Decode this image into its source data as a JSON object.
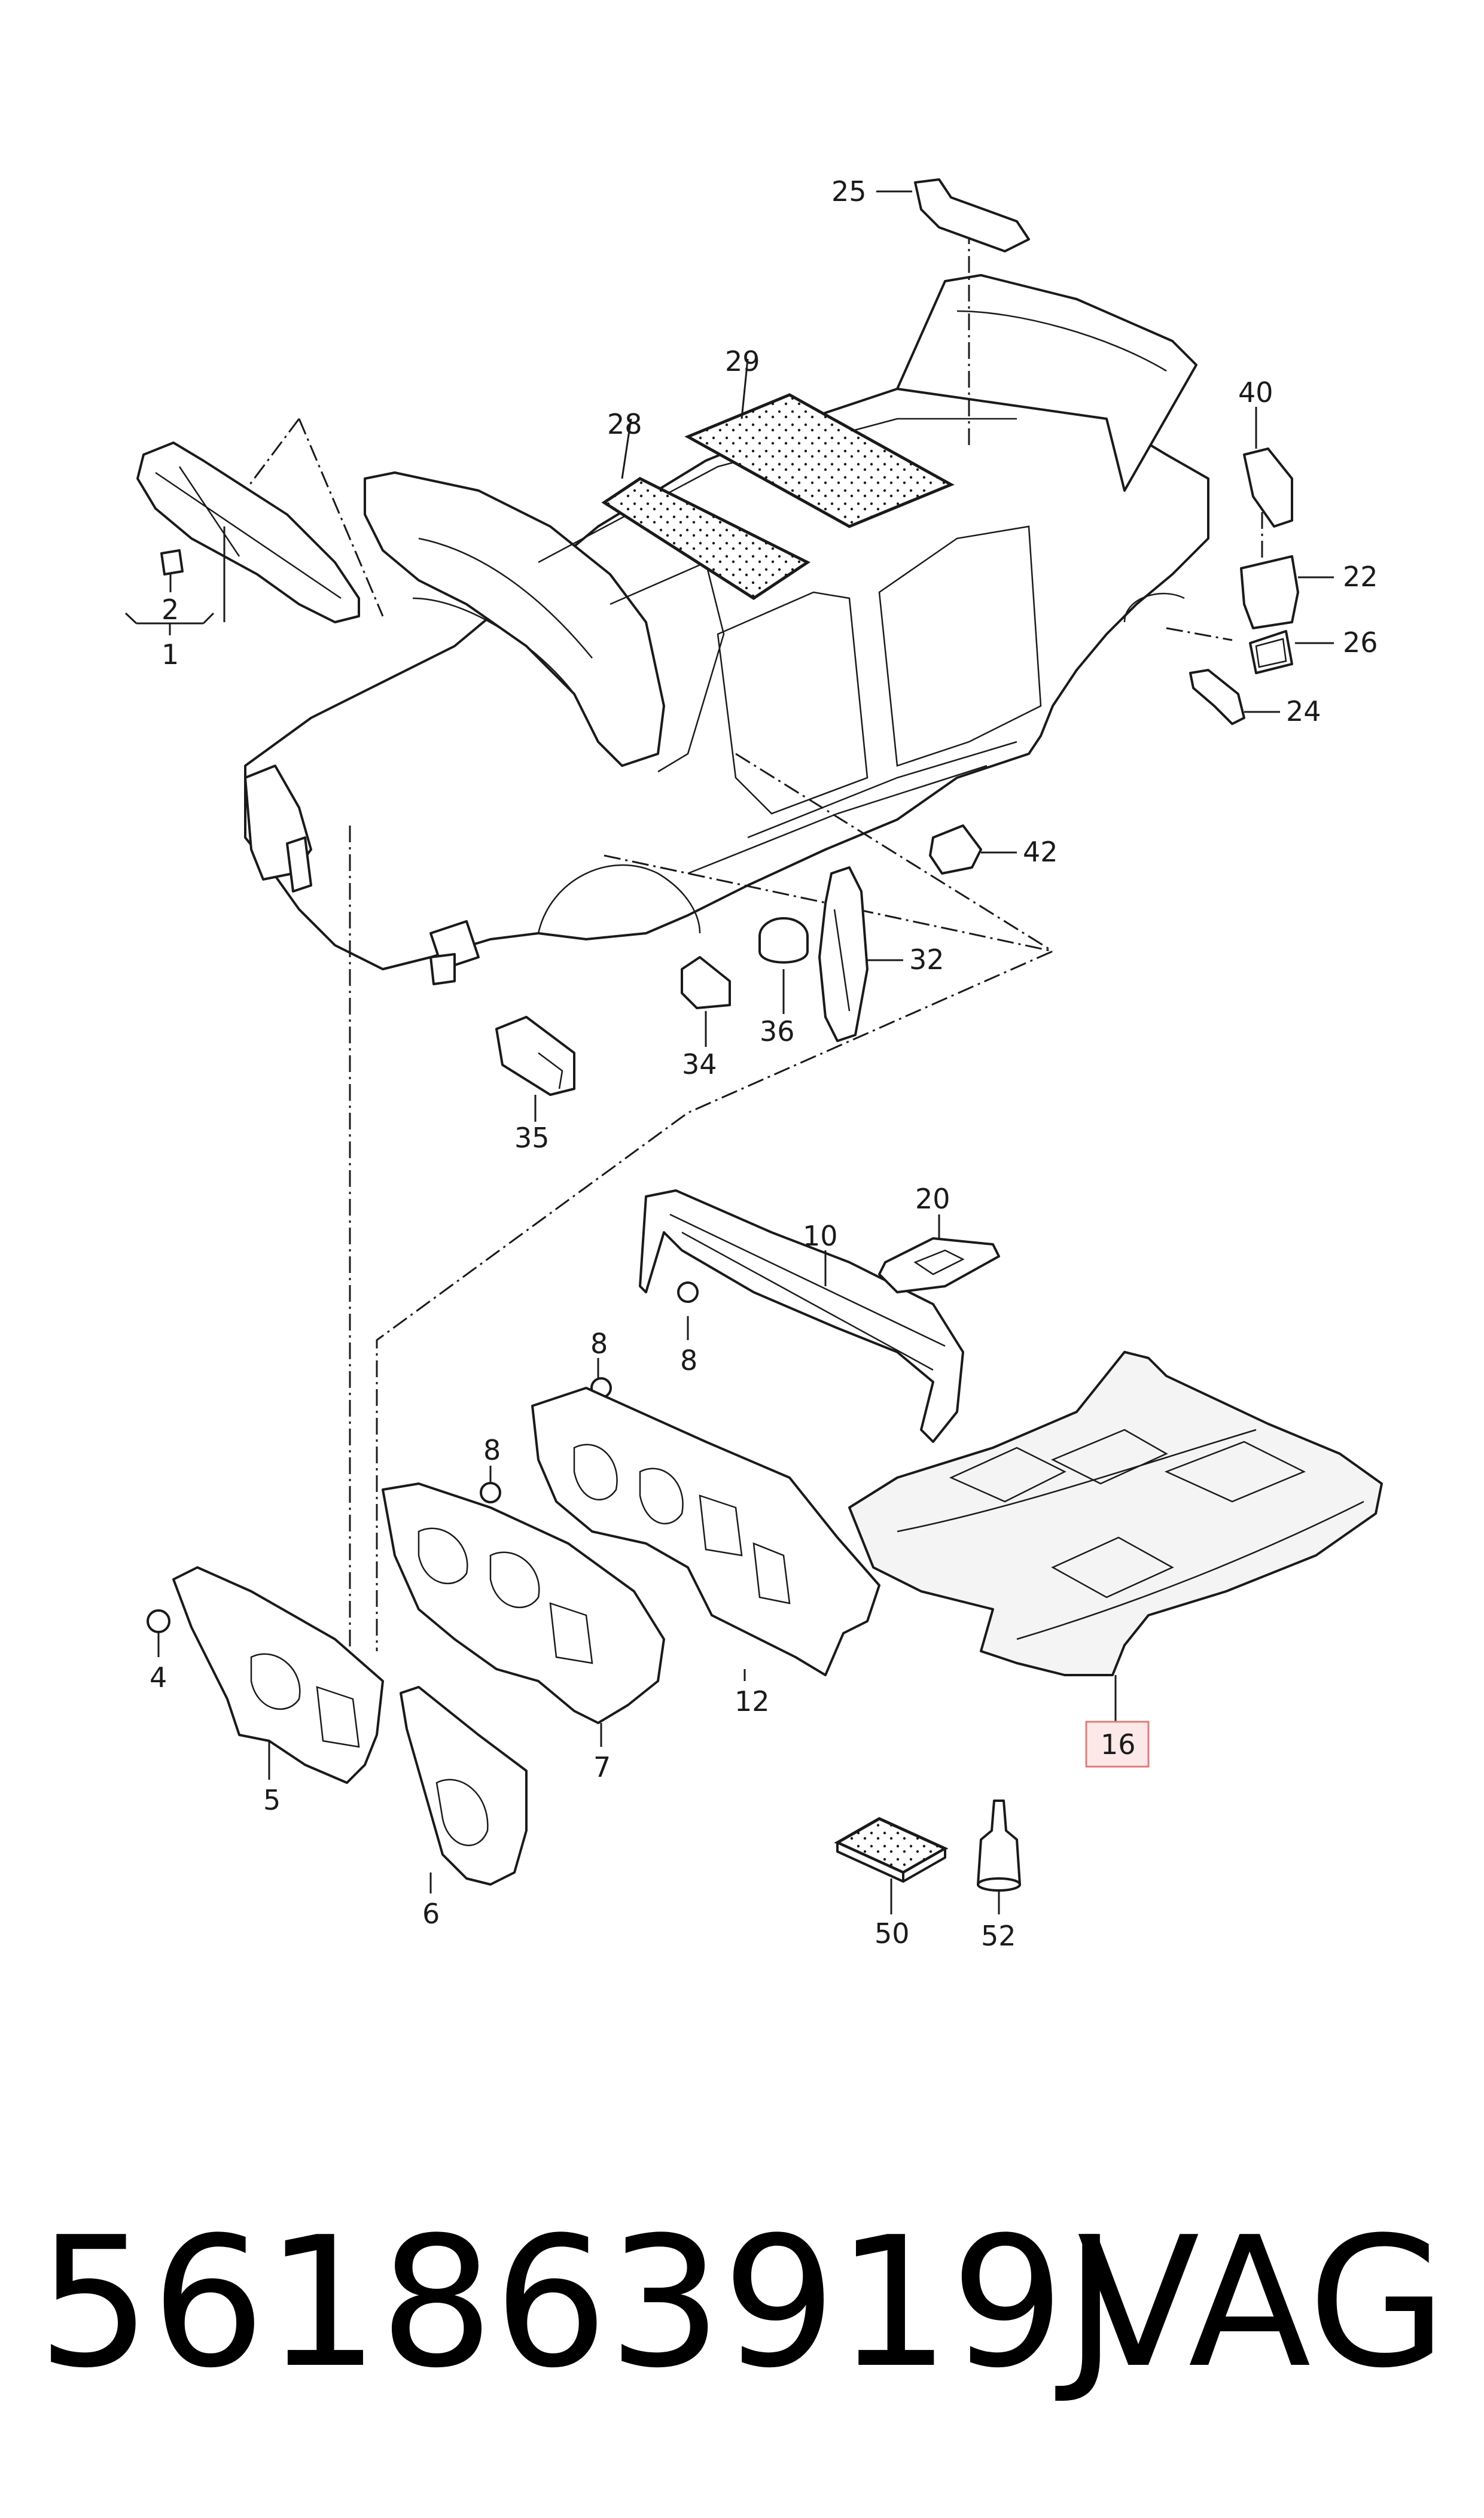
{
  "callouts": {
    "c1": "1",
    "c2": "2",
    "c4": "4",
    "c5": "5",
    "c6": "6",
    "c7": "7",
    "c8a": "8",
    "c8b": "8",
    "c8c": "8",
    "c10": "10",
    "c12": "12",
    "c16": "16",
    "c20": "20",
    "c22": "22",
    "c24": "24",
    "c25": "25",
    "c26": "26",
    "c28": "28",
    "c29": "29",
    "c32": "32",
    "c34": "34",
    "c35": "35",
    "c36": "36",
    "c40": "40",
    "c42": "42",
    "c50": "50",
    "c52": "52"
  },
  "footer": {
    "part_number": "561863919J",
    "brand": "VAG"
  },
  "colors": {
    "line": "#1a1a1a",
    "highlight_fill": "#fde8e8",
    "highlight_border": "#e07b7b"
  }
}
